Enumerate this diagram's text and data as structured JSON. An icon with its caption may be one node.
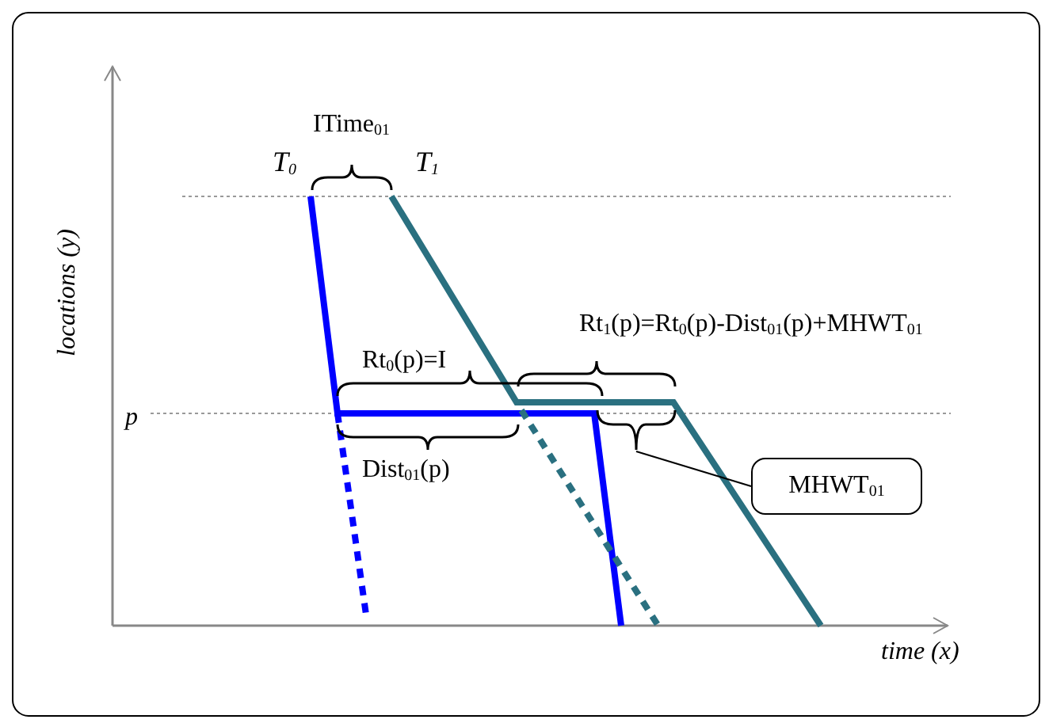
{
  "diagram": {
    "nodes": [
      {
        "text": [
          "MHWT$_{01}$"
        ]
      },
      {
        "text": [],
        "shape": "brace"
      }
    ],
    "edges": [
      {
        "from": 0,
        "to": 1,
        "arrow": "none"
      }
    ],
    "labels": [
      "ITime$_{01}$",
      "T$_{0}$",
      "T$_{1}$",
      "Rt$_{1}$(p)=Rt$_{0}$(p)-Dist$_{01}$(p)+MHWT$_{01}$",
      "Rt$_{0}$(p)=I",
      "p",
      "Dist$_{01}$(p)",
      "locations (y)",
      "time (x)"
    ]
  }
}
